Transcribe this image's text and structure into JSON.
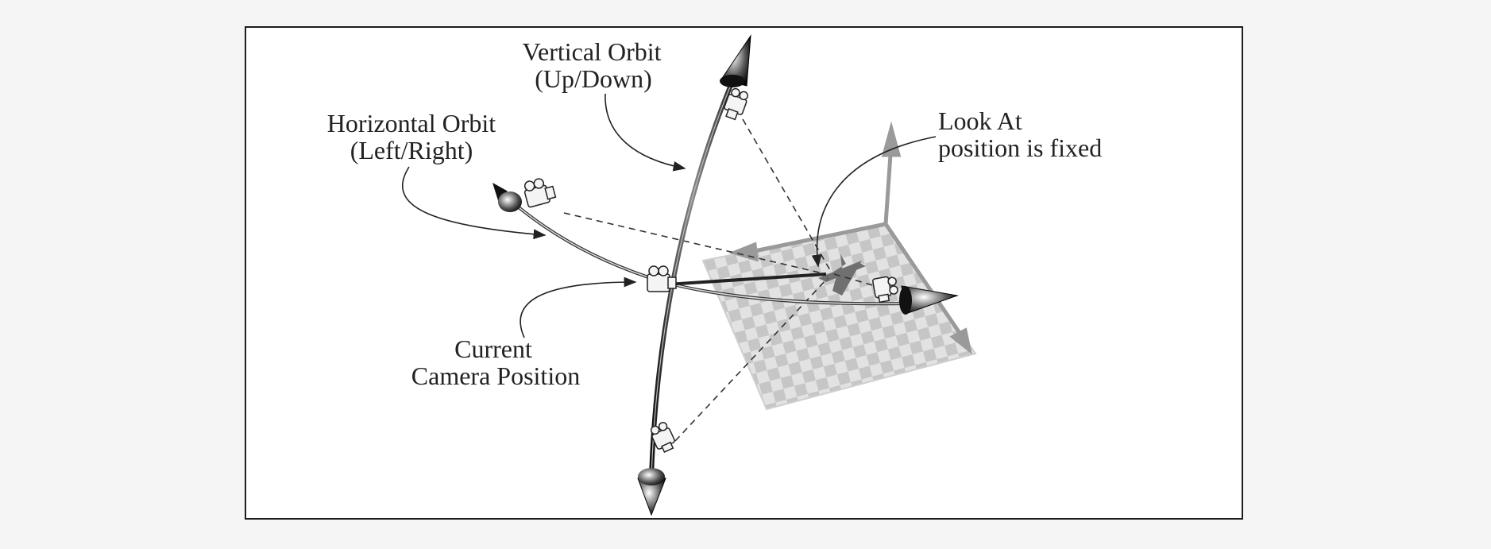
{
  "labels": {
    "vertical_orbit": {
      "line1": "Vertical Orbit",
      "line2": "(Up/Down)"
    },
    "horizontal_orbit": {
      "line1": "Horizontal Orbit",
      "line2": "(Left/Right)"
    },
    "look_at": {
      "line1": "Look At",
      "line2": "position is fixed"
    },
    "current_camera": {
      "line1": "Current",
      "line2": "Camera Position"
    }
  },
  "colors": {
    "frame_border": "#1e1e1e",
    "background": "#f5f5f5",
    "canvas": "#ffffff",
    "text": "#222222",
    "ground_grid": "#d4d4d4",
    "axis_arrows": "#9a9a9a"
  }
}
